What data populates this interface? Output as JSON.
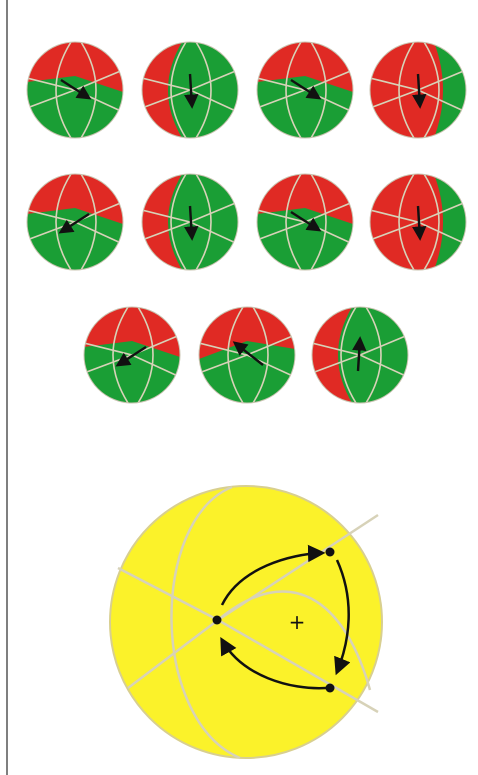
{
  "colors": {
    "red": "#e02a24",
    "green": "#1a9e35",
    "yellow": "#fbf22a",
    "seam": "#d7d2b8",
    "arrow": "#111111",
    "divider": "#555555"
  },
  "ball_rows": [
    [
      {
        "top": "red",
        "bottom": "green",
        "pattern": "horizontal",
        "arrow": "down-right"
      },
      {
        "top": "red",
        "bottom": "green",
        "pattern": "vertical-left",
        "arrow": "down"
      },
      {
        "top": "red",
        "bottom": "green",
        "pattern": "horizontal",
        "arrow": "down-right"
      },
      {
        "top": "green",
        "bottom": "red",
        "pattern": "vertical-right",
        "arrow": "down"
      }
    ],
    [
      {
        "top": "red",
        "bottom": "green",
        "pattern": "horizontal",
        "arrow": "down-left"
      },
      {
        "top": "red",
        "bottom": "green",
        "pattern": "vertical-left",
        "arrow": "down"
      },
      {
        "top": "red",
        "bottom": "green",
        "pattern": "horizontal",
        "arrow": "down-right"
      },
      {
        "top": "green",
        "bottom": "red",
        "pattern": "vertical-right",
        "arrow": "down"
      }
    ],
    [
      {
        "top": "red",
        "bottom": "green",
        "pattern": "horizontal",
        "arrow": "down-left"
      },
      {
        "top": "red",
        "bottom": "green",
        "pattern": "horizontal-left",
        "arrow": "up-left"
      },
      {
        "top": "red",
        "bottom": "green",
        "pattern": "vertical-left",
        "arrow": "up"
      }
    ]
  ],
  "big_sphere": {
    "center_label": "+"
  }
}
